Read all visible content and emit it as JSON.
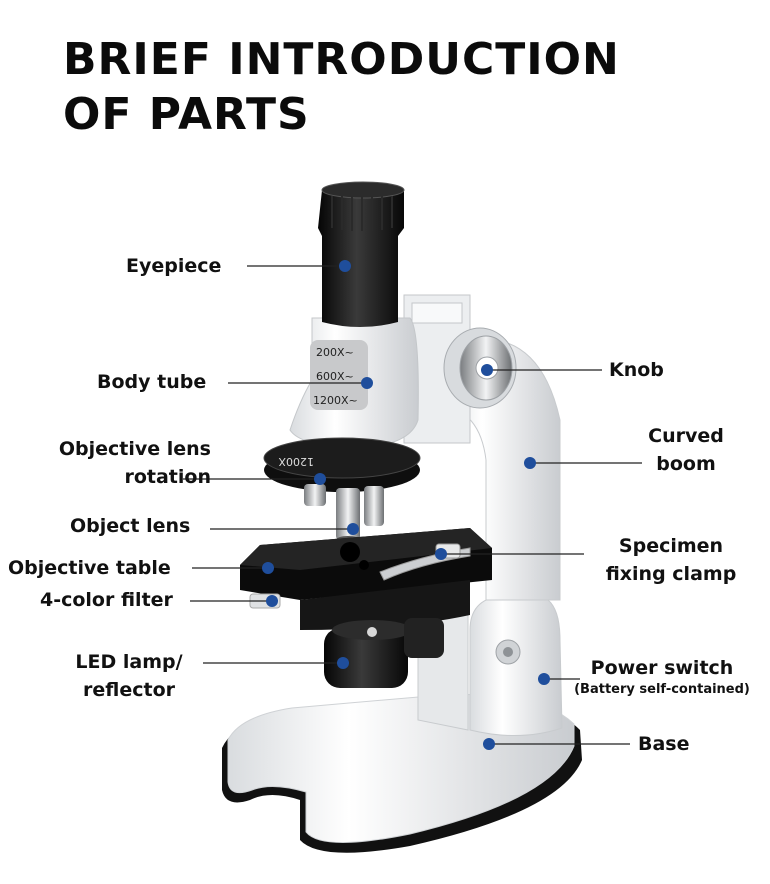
{
  "title": {
    "line1": "BRIEF INTRODUCTION",
    "line2": "OF PARTS"
  },
  "colors": {
    "marker": "#1f4e9c",
    "leader": "#222222",
    "body": "#f4f5f6",
    "dark": "#111111"
  },
  "labels": {
    "eyepiece": "Eyepiece",
    "body_tube": "Body tube",
    "objective_rotation_1": "Objective lens",
    "objective_rotation_2": "rotation",
    "object_lens": "Object lens",
    "objective_table": "Objective table",
    "color_filter": "4-color filter",
    "led_1": "LED lamp/",
    "led_2": "reflector",
    "knob": "Knob",
    "boom_1": "Curved",
    "boom_2": "boom",
    "clamp_1": "Specimen",
    "clamp_2": "fixing clamp",
    "power": "Power switch",
    "power_note": "(Battery self-contained)",
    "base": "Base"
  },
  "tube_markings": {
    "m1": "200X~",
    "m2": "600X~",
    "m3": "1200X~",
    "turret": "1200X"
  }
}
